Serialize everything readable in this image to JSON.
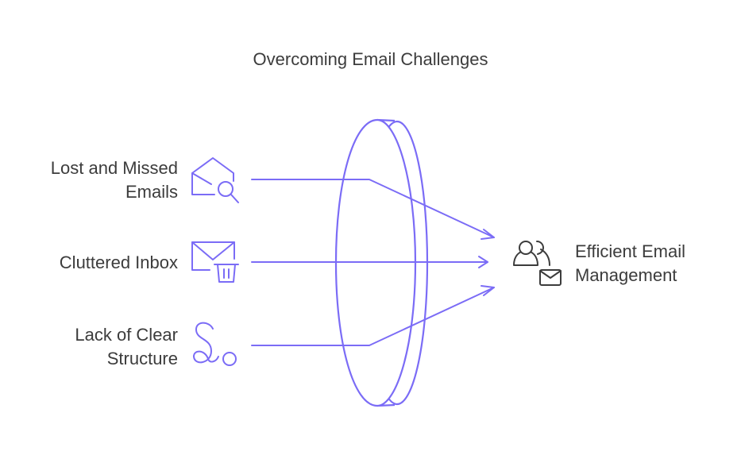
{
  "title": "Overcoming Email Challenges",
  "colors": {
    "accent": "#7b6cf6",
    "icon": "#3c3c3c"
  },
  "inputs": [
    {
      "label": "Lost and Missed\nEmails",
      "icon": "envelope-search-icon"
    },
    {
      "label": "Cluttered Inbox",
      "icon": "envelope-trash-icon"
    },
    {
      "label": "Lack of Clear\nStructure",
      "icon": "structure-s-icon"
    }
  ],
  "output": {
    "label": "Efficient Email\nManagement",
    "icon": "users-mail-icon"
  },
  "lens": {
    "icon": "lens-shape"
  }
}
